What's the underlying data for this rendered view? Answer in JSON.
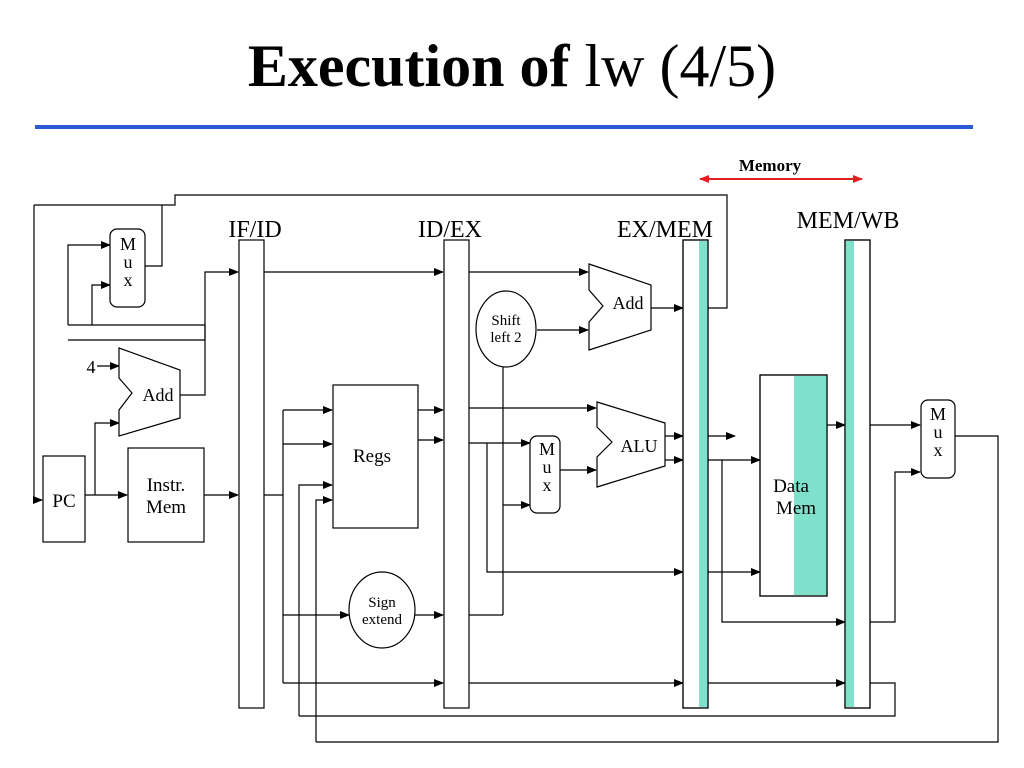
{
  "title": {
    "bold": "Execution of",
    "mono": "lw",
    "rest": "(4/5)"
  },
  "colors": {
    "rule": "#2a5bd7",
    "highlight": "#7fe0cc",
    "memory_arrow": "#e02020"
  },
  "stage_label": "Memory",
  "pipeline_registers": {
    "ifid": "IF/ID",
    "idex": "ID/EX",
    "exmem": "EX/MEM",
    "memwb": "MEM/WB"
  },
  "blocks": {
    "pc": "PC",
    "instr_mem": [
      "Instr.",
      "Mem"
    ],
    "regs": "Regs",
    "data_mem": [
      "Data",
      "Mem"
    ],
    "sign_extend": [
      "Sign",
      "extend"
    ],
    "shift_left": [
      "Shift",
      "left 2"
    ],
    "add_pc": "Add",
    "add_branch": "Add",
    "alu": "ALU",
    "const_four": "4",
    "mux": [
      "M",
      "u",
      "x"
    ]
  }
}
